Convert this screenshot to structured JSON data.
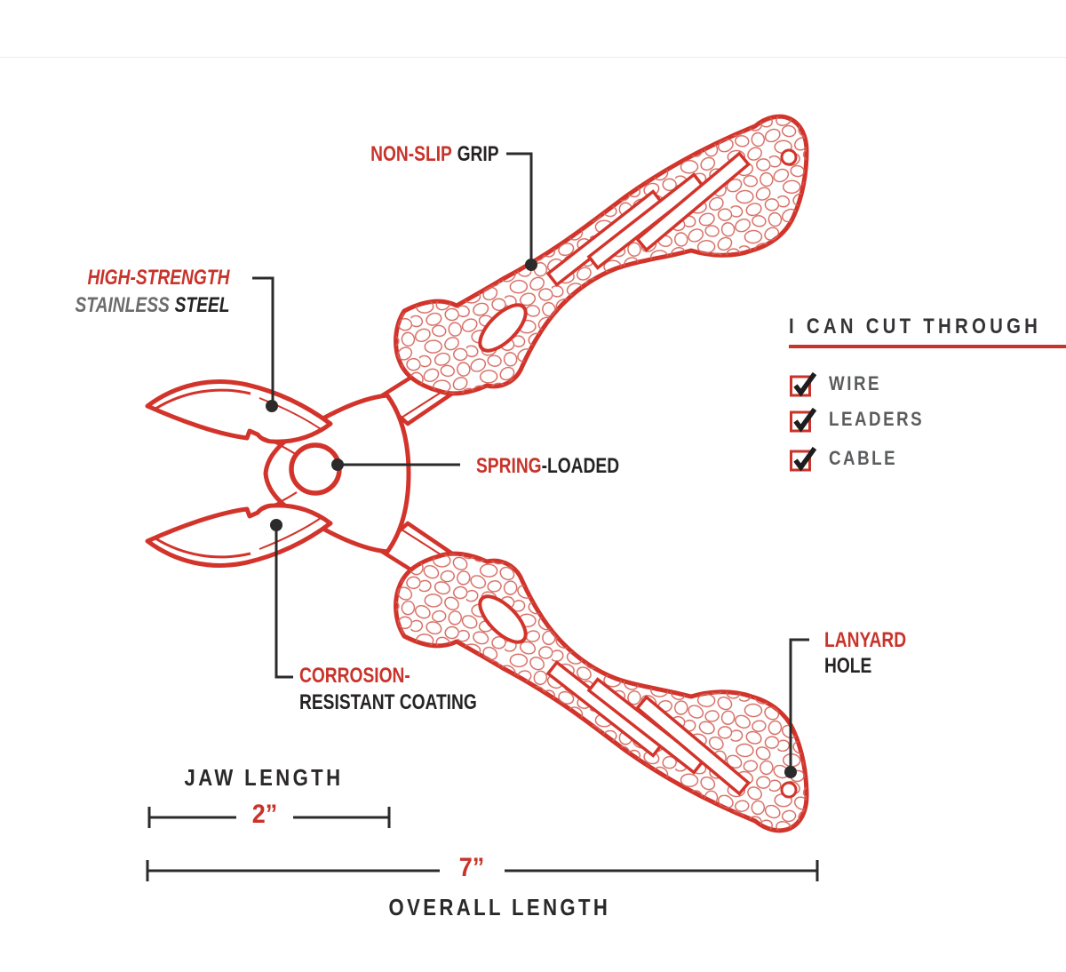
{
  "colors": {
    "red": "#C8332A",
    "drawing_red": "#D2342B",
    "texture_red": "#D4685E",
    "dark": "#262324",
    "gray": "#5B5C5E",
    "line": "#2B2B2B"
  },
  "callouts": {
    "non_slip": {
      "highlight": "NON-SLIP",
      "rest": "GRIP"
    },
    "high_strength": {
      "line1": "HIGH-STRENGTH",
      "line2_gray": "STAINLESS",
      "line2_dark": "STEEL"
    },
    "spring": {
      "highlight": "SPRING",
      "rest": "-LOADED"
    },
    "corrosion": {
      "line1": "CORROSION-",
      "line2": "RESISTANT COATING"
    },
    "lanyard": {
      "line1": "LANYARD",
      "line2": "HOLE"
    }
  },
  "cut_through": {
    "title": "I CAN CUT THROUGH",
    "items": [
      {
        "label": "WIRE",
        "checked": true
      },
      {
        "label": "LEADERS",
        "checked": true
      },
      {
        "label": "CABLE",
        "checked": true
      }
    ]
  },
  "measurements": {
    "jaw": {
      "label": "JAW LENGTH",
      "value": "2”"
    },
    "overall": {
      "label": "OVERALL LENGTH",
      "value": "7”"
    }
  }
}
